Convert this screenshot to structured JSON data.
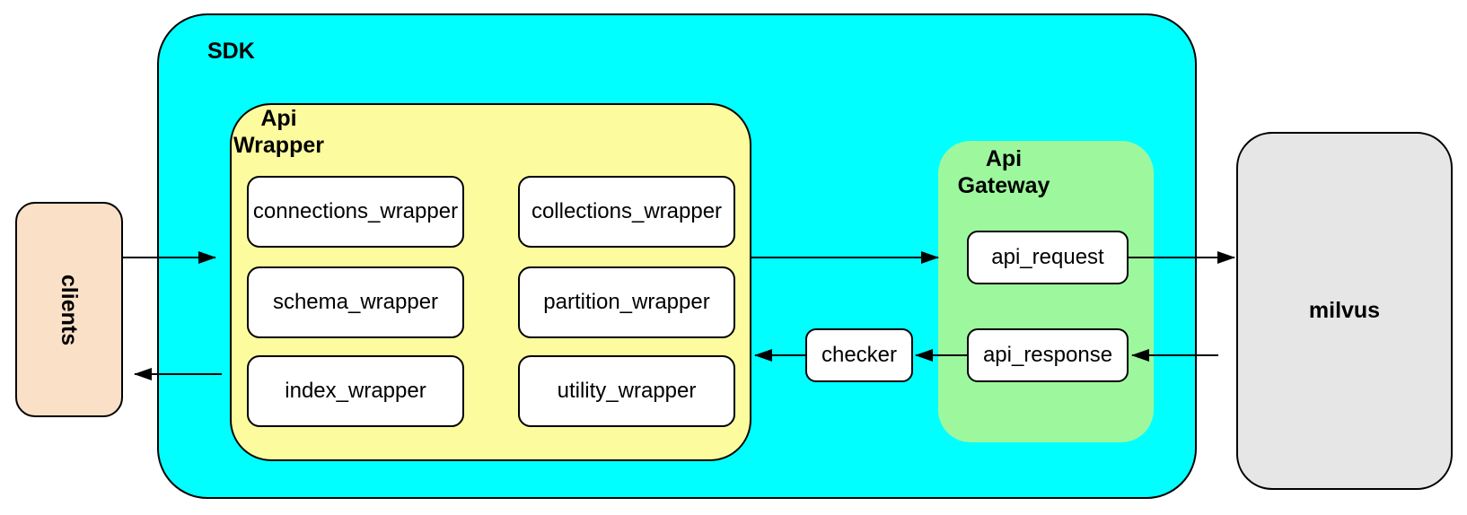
{
  "diagram": {
    "nodes": {
      "clients": "clients",
      "sdk": "SDK",
      "api_wrapper": "Api Wrapper",
      "wrapper_boxes": [
        "connections_wrapper",
        "collections_wrapper",
        "schema_wrapper",
        "partition_wrapper",
        "index_wrapper",
        "utility_wrapper"
      ],
      "checker": "checker",
      "api_gateway": "Api Gateway",
      "gateway_boxes": [
        "api_request",
        "api_response"
      ],
      "milvus": "milvus"
    },
    "colors": {
      "sdk_fill": "#00FFFF",
      "api_wrapper_fill": "#FCFC9E",
      "api_gateway_fill": "#9DF89D",
      "clients_fill": "#FAE0C6",
      "milvus_fill": "#E6E6E6",
      "leaf_node_fill": "#FFFFFF",
      "stroke": "#000000"
    },
    "flows": [
      {
        "from": "clients",
        "to": "Api Wrapper"
      },
      {
        "from": "Api Wrapper",
        "to": "Api Gateway"
      },
      {
        "from": "api_request",
        "to": "milvus"
      },
      {
        "from": "milvus",
        "to": "api_response"
      },
      {
        "from": "api_response",
        "to": "checker"
      },
      {
        "from": "checker",
        "to": "Api Wrapper"
      },
      {
        "from": "Api Wrapper",
        "to": "clients"
      }
    ]
  }
}
